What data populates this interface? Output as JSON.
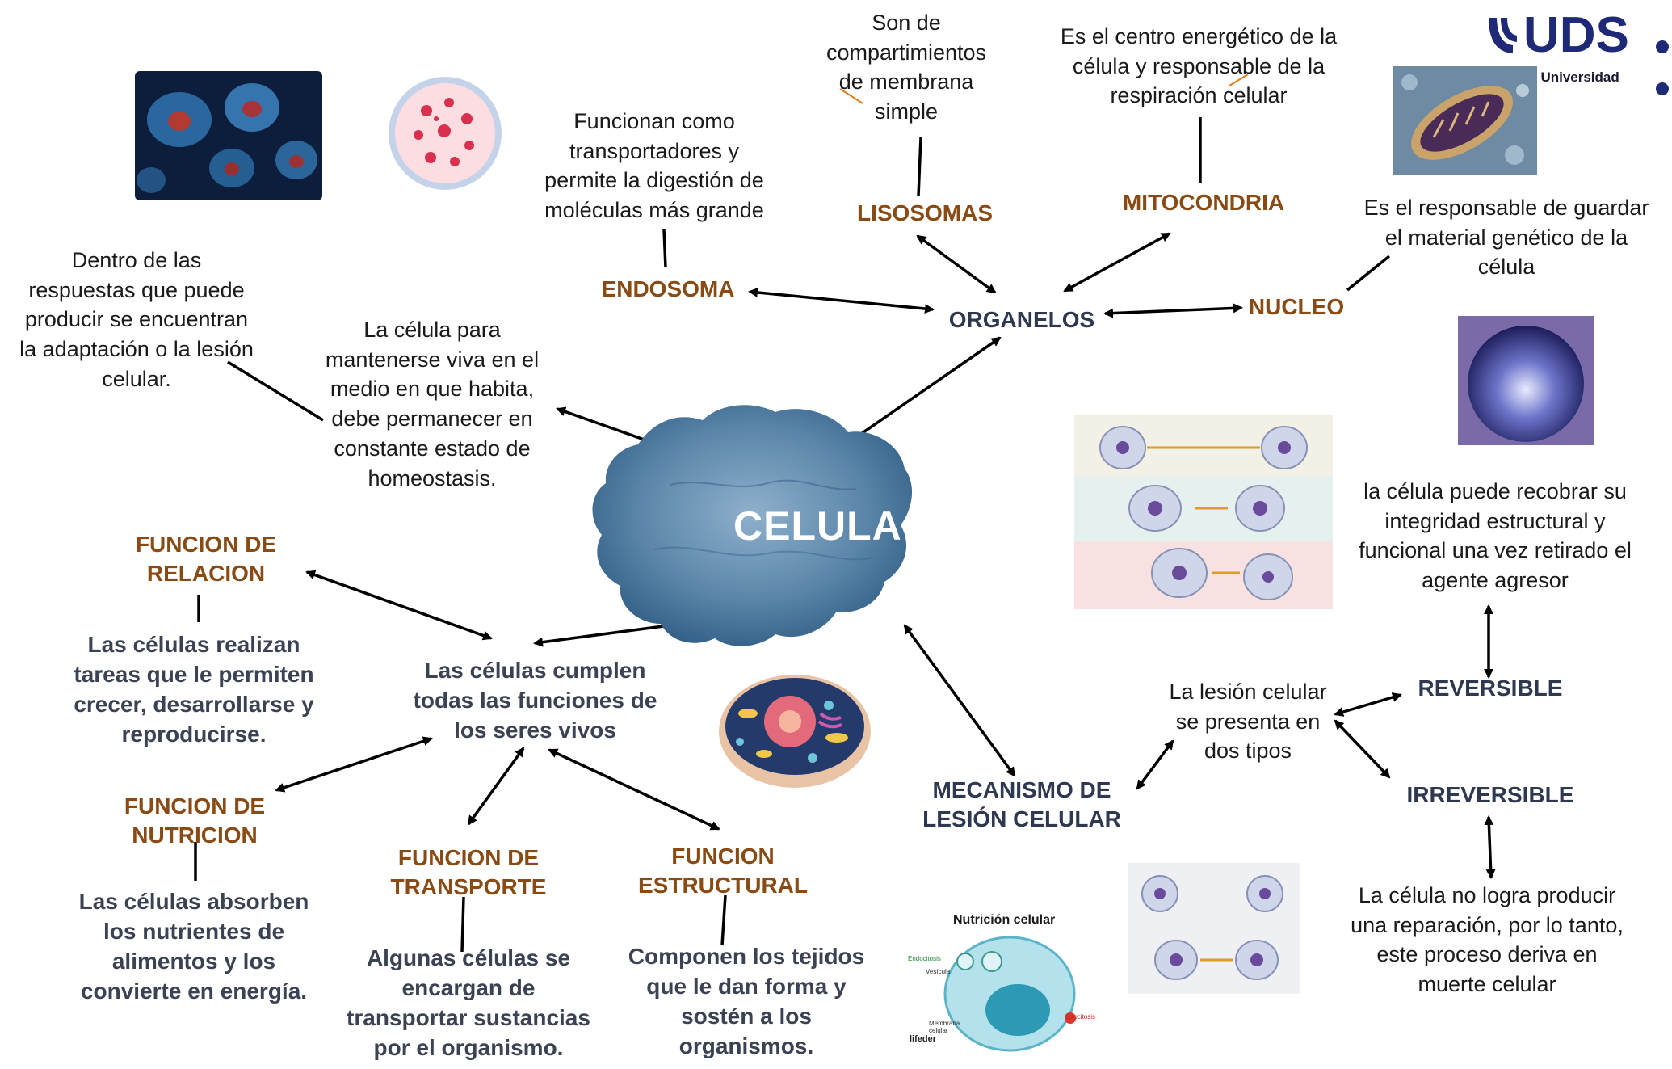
{
  "center": {
    "label": "CELULA"
  },
  "logo": {
    "brand": "UDS",
    "tagline": "i Universidad"
  },
  "organelos": {
    "label": "ORGANELOS",
    "endosoma": {
      "label": "ENDOSOMA",
      "desc": [
        "Funcionan como",
        "transportadores y",
        "permite la digestión de",
        "moléculas más grande"
      ]
    },
    "lisosomas": {
      "label": "LISOSOMAS",
      "desc": [
        "Son de",
        "compartimientos",
        "de membrana",
        "simple"
      ]
    },
    "mitocondria": {
      "label": "MITOCONDRIA",
      "desc": [
        "Es el centro energético de la",
        "célula y responsable de la",
        "respiración celular"
      ]
    },
    "nucleo": {
      "label": "NUCLEO",
      "desc": [
        "Es el responsable de guardar",
        "el material genético de la",
        "célula"
      ]
    }
  },
  "homeostasis": {
    "desc": [
      "La célula para",
      "mantenerse viva en el",
      "medio en que habita,",
      "debe permanecer en",
      "constante estado de",
      "homeostasis."
    ],
    "response": [
      "Dentro de las",
      "respuestas que puede",
      "producir se encuentran",
      "la adaptación o la lesión",
      "celular."
    ]
  },
  "funciones": {
    "desc": [
      "Las células cumplen",
      "todas las funciones de",
      "los seres vivos"
    ],
    "relacion": {
      "label": [
        "FUNCION DE",
        "RELACION"
      ],
      "desc": [
        "Las células realizan",
        "tareas que le permiten",
        "crecer, desarrollarse y",
        "reproducirse."
      ]
    },
    "nutricion": {
      "label": [
        "FUNCION DE",
        "NUTRICION"
      ],
      "desc": [
        "Las células absorben",
        "los nutrientes de",
        "alimentos y los",
        "convierte en energía."
      ]
    },
    "transporte": {
      "label": [
        "FUNCION DE",
        "TRANSPORTE"
      ],
      "desc": [
        "Algunas células se",
        "encargan de",
        "transportar sustancias",
        "por el organismo."
      ]
    },
    "estructural": {
      "label": [
        "FUNCION",
        "ESTRUCTURAL"
      ],
      "desc": [
        "Componen los tejidos",
        "que le dan forma y",
        "sostén a los",
        "organismos."
      ]
    }
  },
  "lesion": {
    "label": [
      "MECANISMO DE",
      "LESIÓN CELULAR"
    ],
    "types": [
      "La lesión celular",
      "se presenta en",
      "dos tipos"
    ],
    "reversible": {
      "label": "REVERSIBLE",
      "desc": [
        "la célula puede recobrar su",
        "integridad estructural y",
        "funcional una vez retirado el",
        "agente agresor"
      ]
    },
    "irreversible": {
      "label": "IRREVERSIBLE",
      "desc": [
        "La célula no logra producir",
        "una reparación, por lo tanto,",
        "este proceso deriva en",
        "muerte celular"
      ]
    }
  },
  "nutricion_image": {
    "title": "Nutrición celular",
    "labels": [
      "Endocitosis",
      "Vesícula",
      "Membrana celular",
      "Exocitosis",
      "lifeder"
    ]
  },
  "colors": {
    "label_brown": "#8a4a14",
    "label_navy": "#2e3850",
    "text_dark": "#1a1a1a",
    "desc_bold": "#3b4253",
    "cloud": "#5a85a8",
    "logo": "#1e2a78"
  }
}
